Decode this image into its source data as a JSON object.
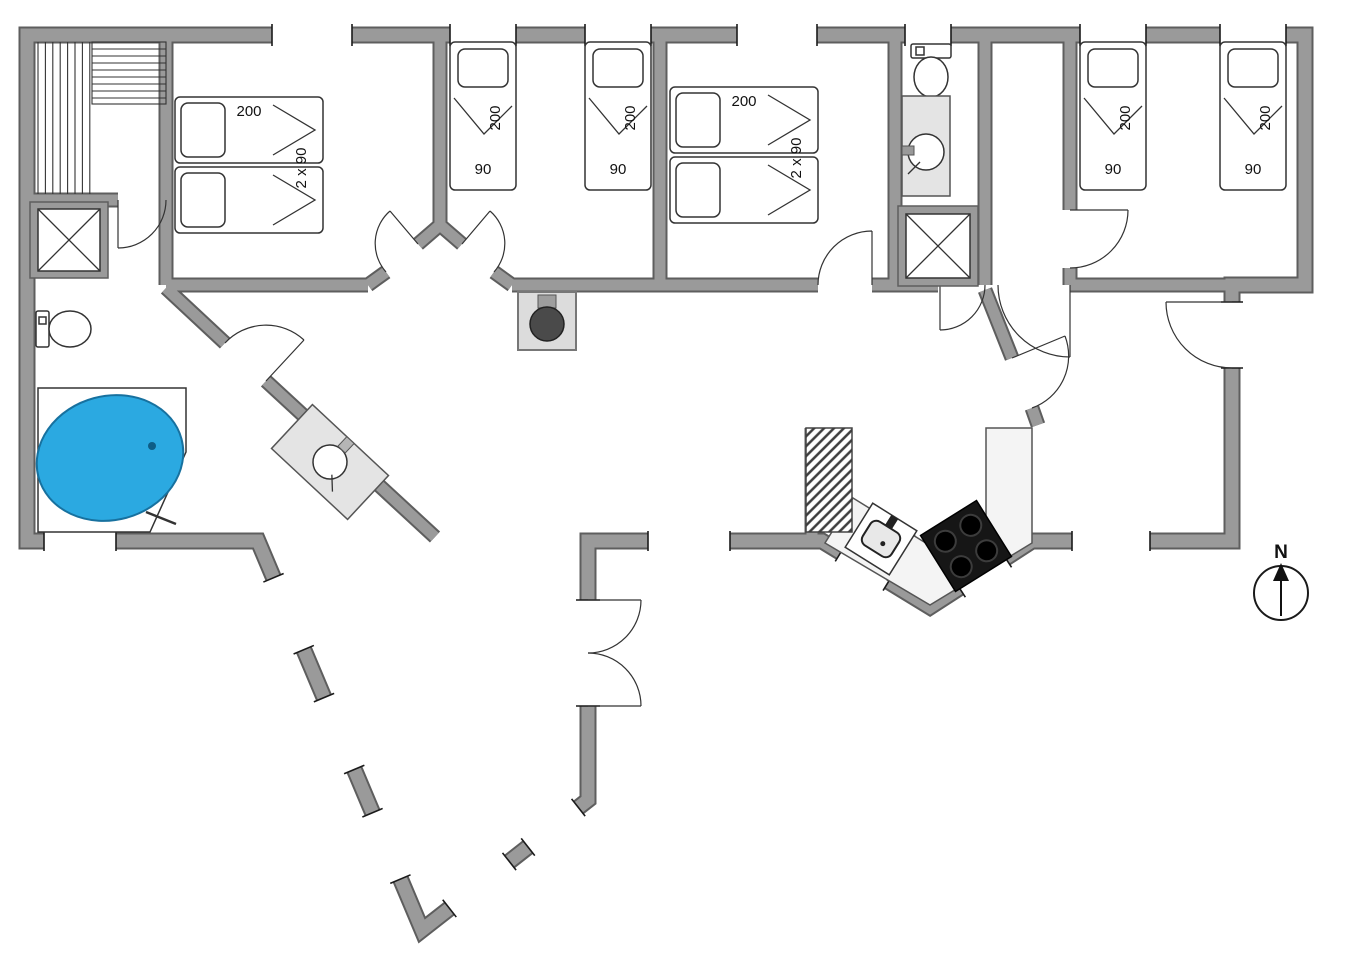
{
  "plan": {
    "type": "floor-plan",
    "labels": {
      "bed_length": "200",
      "bed_width_single": "90",
      "bed_width_double": "2 x 90",
      "compass_north": "N"
    },
    "colors": {
      "wall_fill": "#9a9a9a",
      "wall_edge": "#5e5e5e",
      "floor": "#ffffff",
      "tub_water": "#2BA9E1",
      "cooktop": "#161616",
      "counter": "#f4f4f4"
    },
    "fixtures": [
      "sauna-bench",
      "shower",
      "toilet",
      "bathtub",
      "washbasin",
      "water-heater",
      "kitchen-counter",
      "kitchen-sink",
      "cooktop",
      "tall-appliance",
      "compass-rose",
      "window",
      "door-swing",
      "single-bed",
      "double-bed"
    ]
  }
}
